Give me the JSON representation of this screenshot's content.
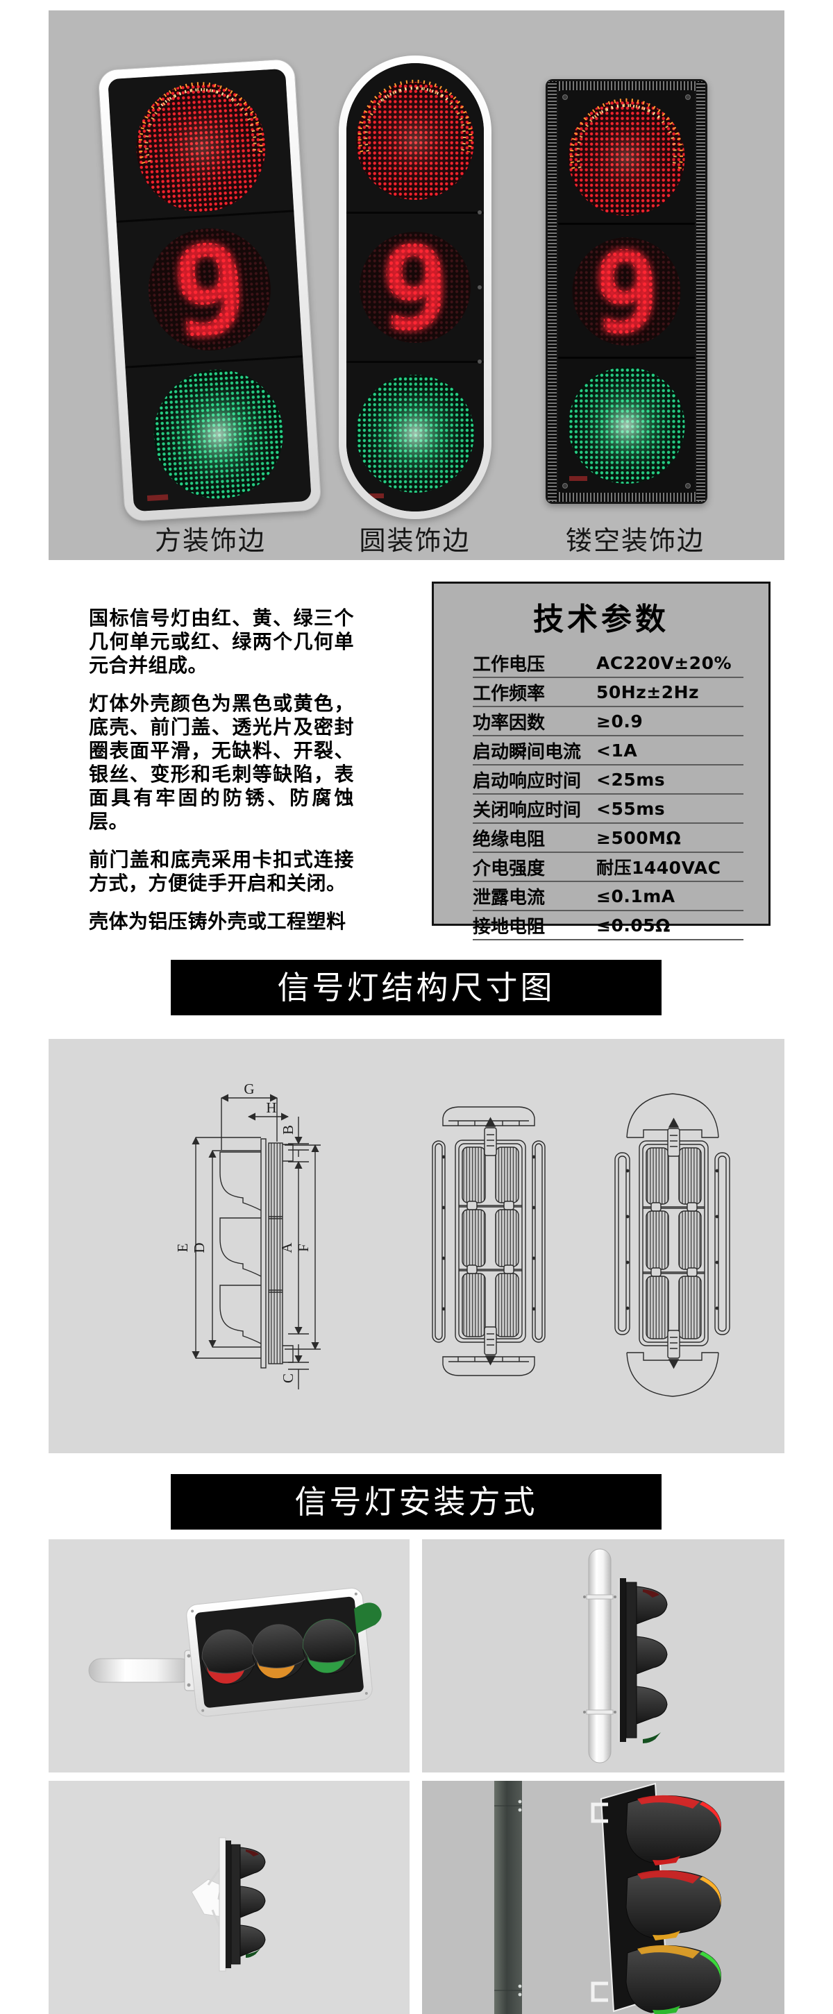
{
  "product_gallery": {
    "countdown_digit": "9",
    "variants": [
      {
        "label": "方装饰边"
      },
      {
        "label": "圆装饰边"
      },
      {
        "label": "镂空装饰边"
      }
    ]
  },
  "description": {
    "paragraphs": [
      "国标信号灯由红、黄、绿三个几何单元或红、绿两个几何单元合并组成。",
      "灯体外壳颜色为黑色或黄色，底壳、前门盖、透光片及密封圈表面平滑，无缺料、开裂、银丝、变形和毛刺等缺陷，表面具有牢固的防锈、防腐蚀层。",
      "前门盖和底壳采用卡扣式连接方式，方便徒手开启和关闭。",
      "壳体为铝压铸外壳或工程塑料"
    ]
  },
  "spec_table": {
    "title": "技术参数",
    "rows": [
      {
        "label": "工作电压",
        "value": "AC220V±20%"
      },
      {
        "label": "工作频率",
        "value": "50Hz±2Hz"
      },
      {
        "label": "功率因数",
        "value": "≥0.9"
      },
      {
        "label": "启动瞬间电流",
        "value": "<1A"
      },
      {
        "label": "启动响应时间",
        "value": "<25ms"
      },
      {
        "label": "关闭响应时间",
        "value": "<55ms"
      },
      {
        "label": "绝缘电阻",
        "value": "≥500MΩ"
      },
      {
        "label": "介电强度",
        "value": "耐压1440VAC"
      },
      {
        "label": "泄露电流",
        "value": "≤0.1mA"
      },
      {
        "label": "接地电阻",
        "value": "≤0.05Ω"
      }
    ]
  },
  "banners": {
    "structure": "信号灯结构尺寸图",
    "installation": "信号灯安装方式"
  },
  "drawings": {
    "dimension_labels": [
      "G",
      "H",
      "B",
      "E",
      "D",
      "A",
      "F",
      "C"
    ]
  },
  "colors": {
    "red_led": "#f5232e",
    "amber_led": "#ff9d30",
    "green_led": "#27d488",
    "gallery_panel": "#b8b8b8",
    "drawing_panel": "#d8d8d8",
    "banner_bg": "#000000"
  }
}
